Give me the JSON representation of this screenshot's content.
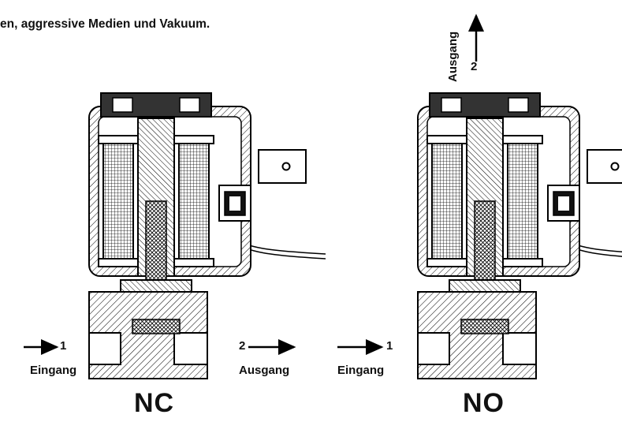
{
  "caption": "en, aggressive Medien und Vakuum.",
  "valves": [
    {
      "title": "NC",
      "port1_number": "1",
      "port1_label": "Eingang",
      "port2_number": "2",
      "port2_label": "Ausgang"
    },
    {
      "title": "NO",
      "port1_number": "1",
      "port1_label": "Eingang",
      "port2_number": "2",
      "port2_label": "Ausgang"
    }
  ],
  "colors": {
    "stroke": "#000000",
    "background": "#ffffff",
    "dark_fill": "#333333"
  }
}
